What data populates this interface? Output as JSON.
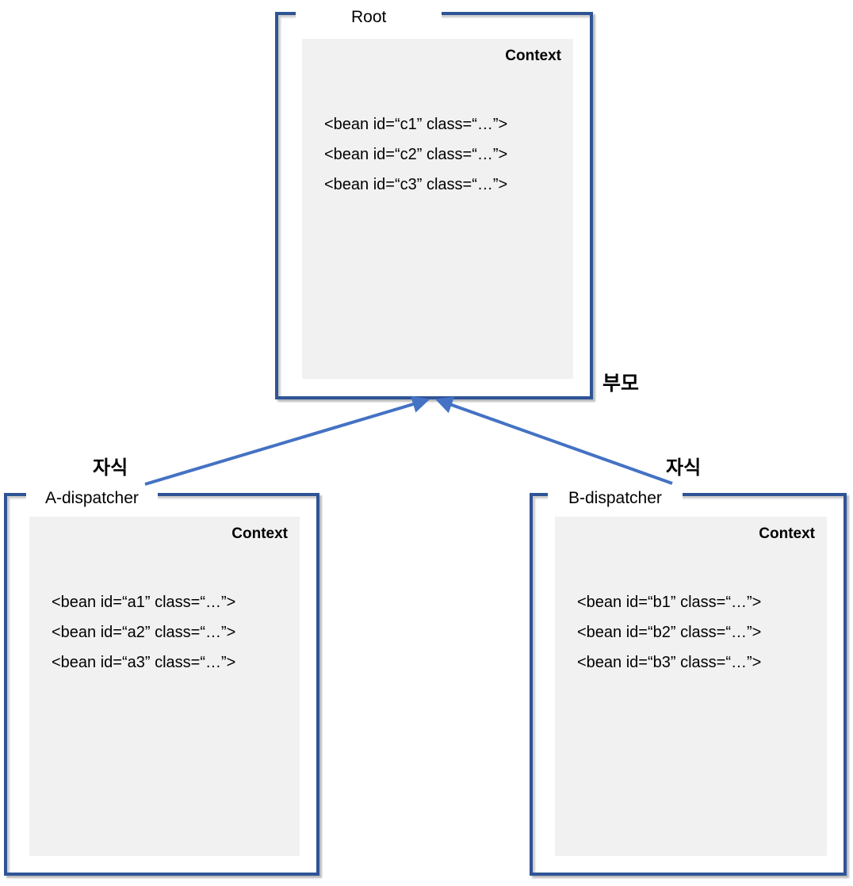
{
  "diagram": {
    "boxes": {
      "root": {
        "title": "Root",
        "context_label": "Context",
        "beans": [
          "<bean id=“c1” class=“…”>",
          "<bean id=“c2” class=“…”>",
          "<bean id=“c3” class=“…”>"
        ]
      },
      "a_dispatcher": {
        "title": "A-dispatcher",
        "context_label": "Context",
        "beans": [
          "<bean id=“a1” class=“…”>",
          "<bean id=“a2” class=“…”>",
          "<bean id=“a3” class=“…”>"
        ]
      },
      "b_dispatcher": {
        "title": "B-dispatcher",
        "context_label": "Context",
        "beans": [
          "<bean id=“b1” class=“…”>",
          "<bean id=“b2” class=“…”>",
          "<bean id=“b3” class=“…”>"
        ]
      }
    },
    "labels": {
      "parent": "부모",
      "child_left": "자식",
      "child_right": "자식"
    },
    "colors": {
      "box_border": "#2F5496",
      "arrow": "#4472C4",
      "context_fill": "#F1F1F1",
      "text": "#000000"
    }
  }
}
